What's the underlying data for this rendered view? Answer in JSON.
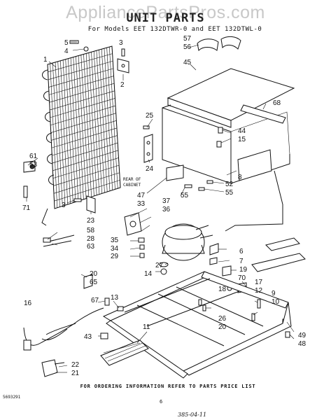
{
  "watermark": "AppliancePartsPros.com",
  "title": "UNIT PARTS",
  "subtitle": "For Models EET 132DTWR-0 and EET 132DTWL-0",
  "footer": "FOR ORDERING INFORMATION REFER TO PARTS PRICE LIST",
  "doc_code": "5693291",
  "page_number": "6",
  "handwritten_note": "385-04-11",
  "rear_of_cabinet_lines": [
    "REAR OF",
    "CABINET"
  ],
  "callouts": {
    "c1": "1",
    "c2": "2",
    "c3a": "3",
    "c3b": "3",
    "c4": "4",
    "c5": "5",
    "c6": "6",
    "c7": "7",
    "c8": "8",
    "c9": "9",
    "c10": "10",
    "c11": "11",
    "c12": "12",
    "c13": "13",
    "c14": "14",
    "c15": "15",
    "c16": "16",
    "c17": "17",
    "c18": "18",
    "c19": "19",
    "c20a": "20",
    "c20b": "20",
    "c21": "21",
    "c22": "22",
    "c23": "23",
    "c24": "24",
    "c25": "25",
    "c26": "26",
    "c27": "27",
    "c28": "28",
    "c29": "29",
    "c33": "33",
    "c34": "34",
    "c35": "35",
    "c36": "36",
    "c37": "37",
    "c43": "43",
    "c44": "44",
    "c45": "45",
    "c47": "47",
    "c48": "48",
    "c49": "49",
    "c52": "52",
    "c53": "53",
    "c55a": "55",
    "c55b": "55",
    "c56": "56",
    "c57": "57",
    "c58": "58",
    "c61": "61",
    "c63": "63",
    "c65": "65",
    "c67": "67",
    "c68": "68",
    "c70": "70",
    "c71": "71"
  }
}
